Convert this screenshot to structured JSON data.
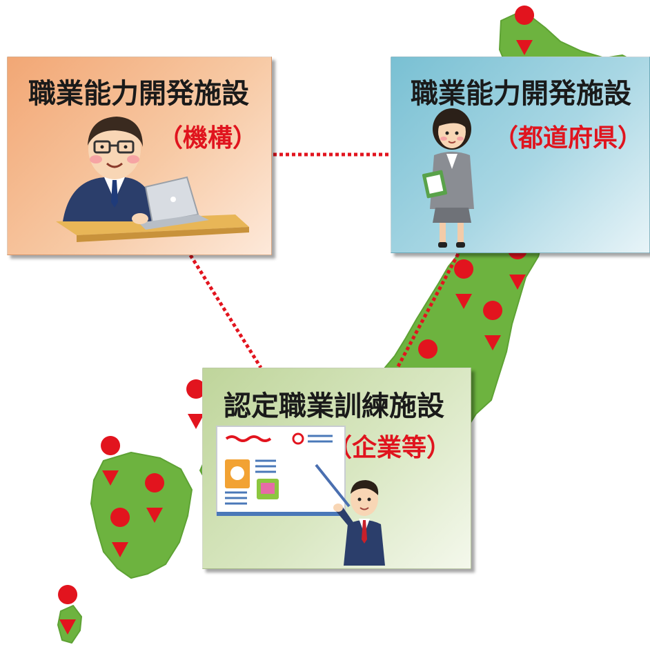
{
  "facilities": {
    "kikou": {
      "title": "職業能力開発施設",
      "subtitle": "（機構）",
      "illustration": "man-at-laptop-illustration"
    },
    "todofuken": {
      "title": "職業能力開発施設",
      "subtitle": "（都道府県）",
      "illustration": "woman-with-clipboard-illustration"
    },
    "nintei": {
      "title": "認定職業訓練施設",
      "subtitle": "（企業等）",
      "illustration": "man-presenting-whiteboard-illustration"
    }
  },
  "colors": {
    "map_fill": "#6db33f",
    "pin": "#e2141e",
    "connector": "#e2141e",
    "title_text": "#1a1a1a",
    "subtitle_text": "#e0141e"
  },
  "map": {
    "name": "japan-map",
    "pin_icon": "location-pin-icon"
  }
}
